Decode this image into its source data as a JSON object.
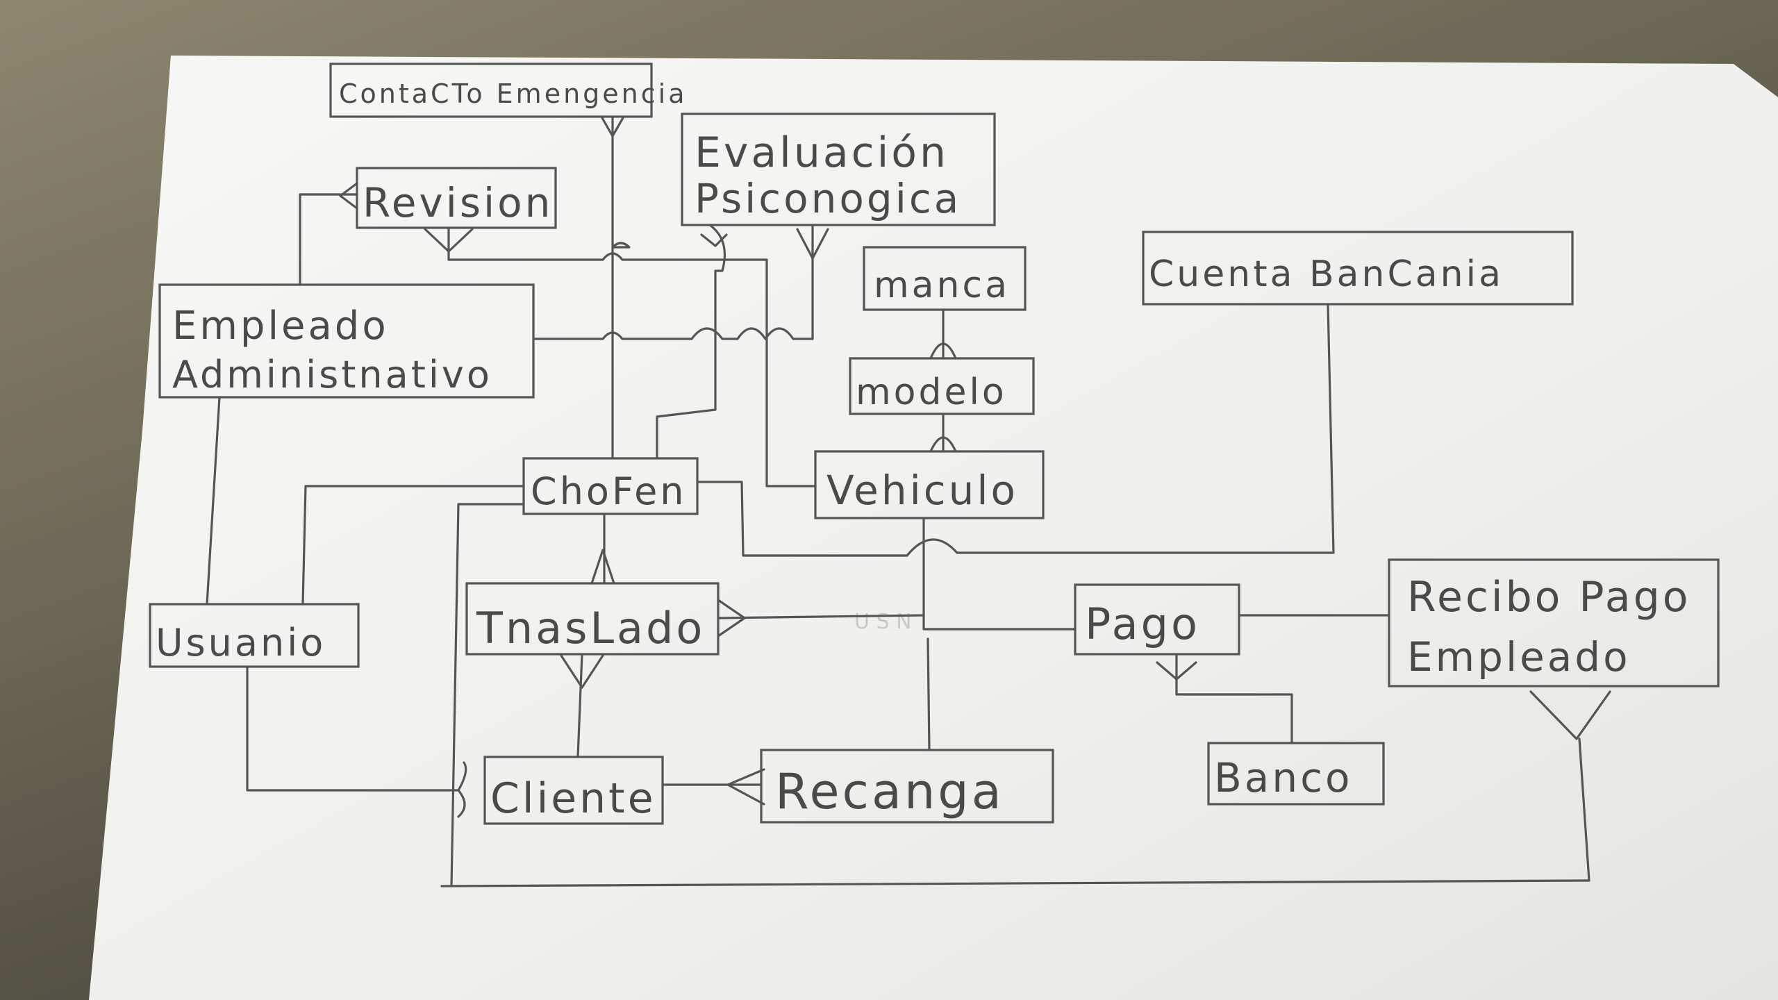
{
  "diagram": {
    "entities": {
      "contacto_emergencia": "ContaCTo Emengencia",
      "revision": "Revision",
      "evaluacion_line1": "Evaluación",
      "evaluacion_line2": "Psiconogica",
      "marca": "manca",
      "cuenta_bancaria": "Cuenta BanCania",
      "empleado_line1": "Empleado",
      "empleado_line2": "Administnativo",
      "modelo": "modelo",
      "chofer": "ChoFen",
      "vehiculo": "Vehiculo",
      "usuario": "Usuanio",
      "traslado": "TnasLado",
      "pago": "Pago",
      "recibo_line1": "Recibo Pago",
      "recibo_line2": "Empleado",
      "banco": "Banco",
      "cliente": "Cliente",
      "recarga": "Recanga"
    },
    "faint_text": "U S N",
    "colors": {
      "paper": "#f1f1ef",
      "ink": "#555555"
    }
  }
}
